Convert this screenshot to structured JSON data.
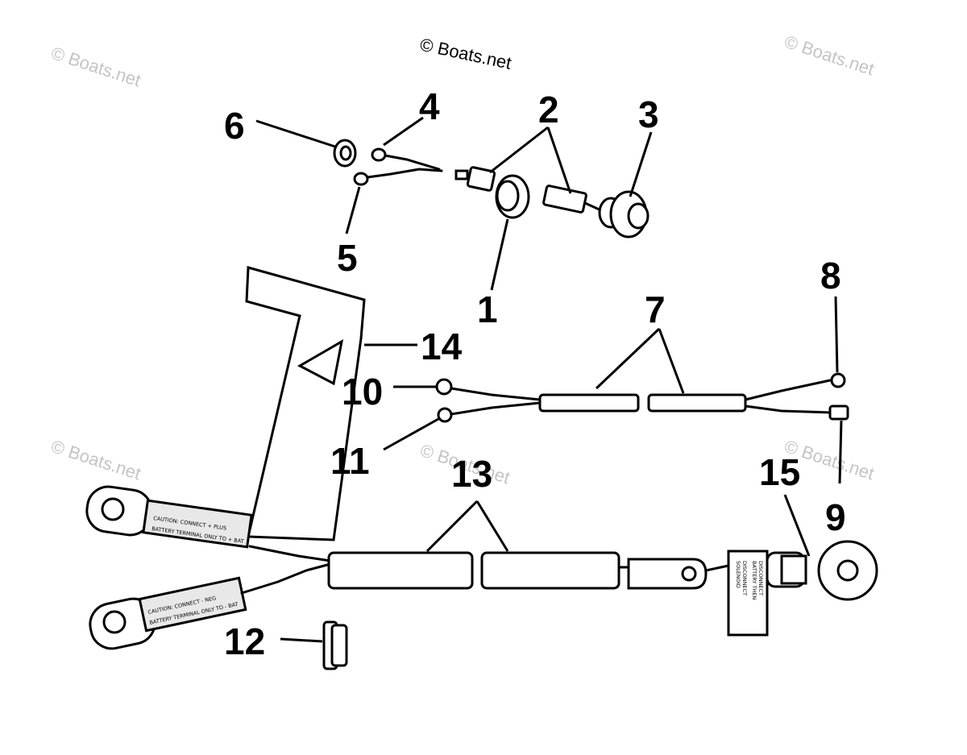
{
  "watermark": {
    "text": "© Boats.net",
    "color": "#c4c4c4"
  },
  "copyright": "© Boats.net",
  "callouts": {
    "c1": "1",
    "c2": "2",
    "c3": "3",
    "c4": "4",
    "c5": "5",
    "c6": "6",
    "c7": "7",
    "c8": "8",
    "c9": "9",
    "c10": "10",
    "c11": "11",
    "c12": "12",
    "c13": "13",
    "c14": "14",
    "c15": "15"
  },
  "labels": {
    "cable_label_upper": [
      "CAUTION: CONNECT + PLUS",
      "BATTERY TERMINAL ONLY TO + BAT"
    ],
    "cable_label_lower": [
      "CAUTION: CONNECT - NEG",
      "BATTERY TERMINAL ONLY TO - BAT"
    ],
    "solenoid_tag": [
      "DISCONNECT",
      "BATTERY THEN",
      "DISCONNECT",
      "SOLENOID"
    ]
  },
  "colors": {
    "ink": "#000000",
    "background": "#ffffff"
  }
}
